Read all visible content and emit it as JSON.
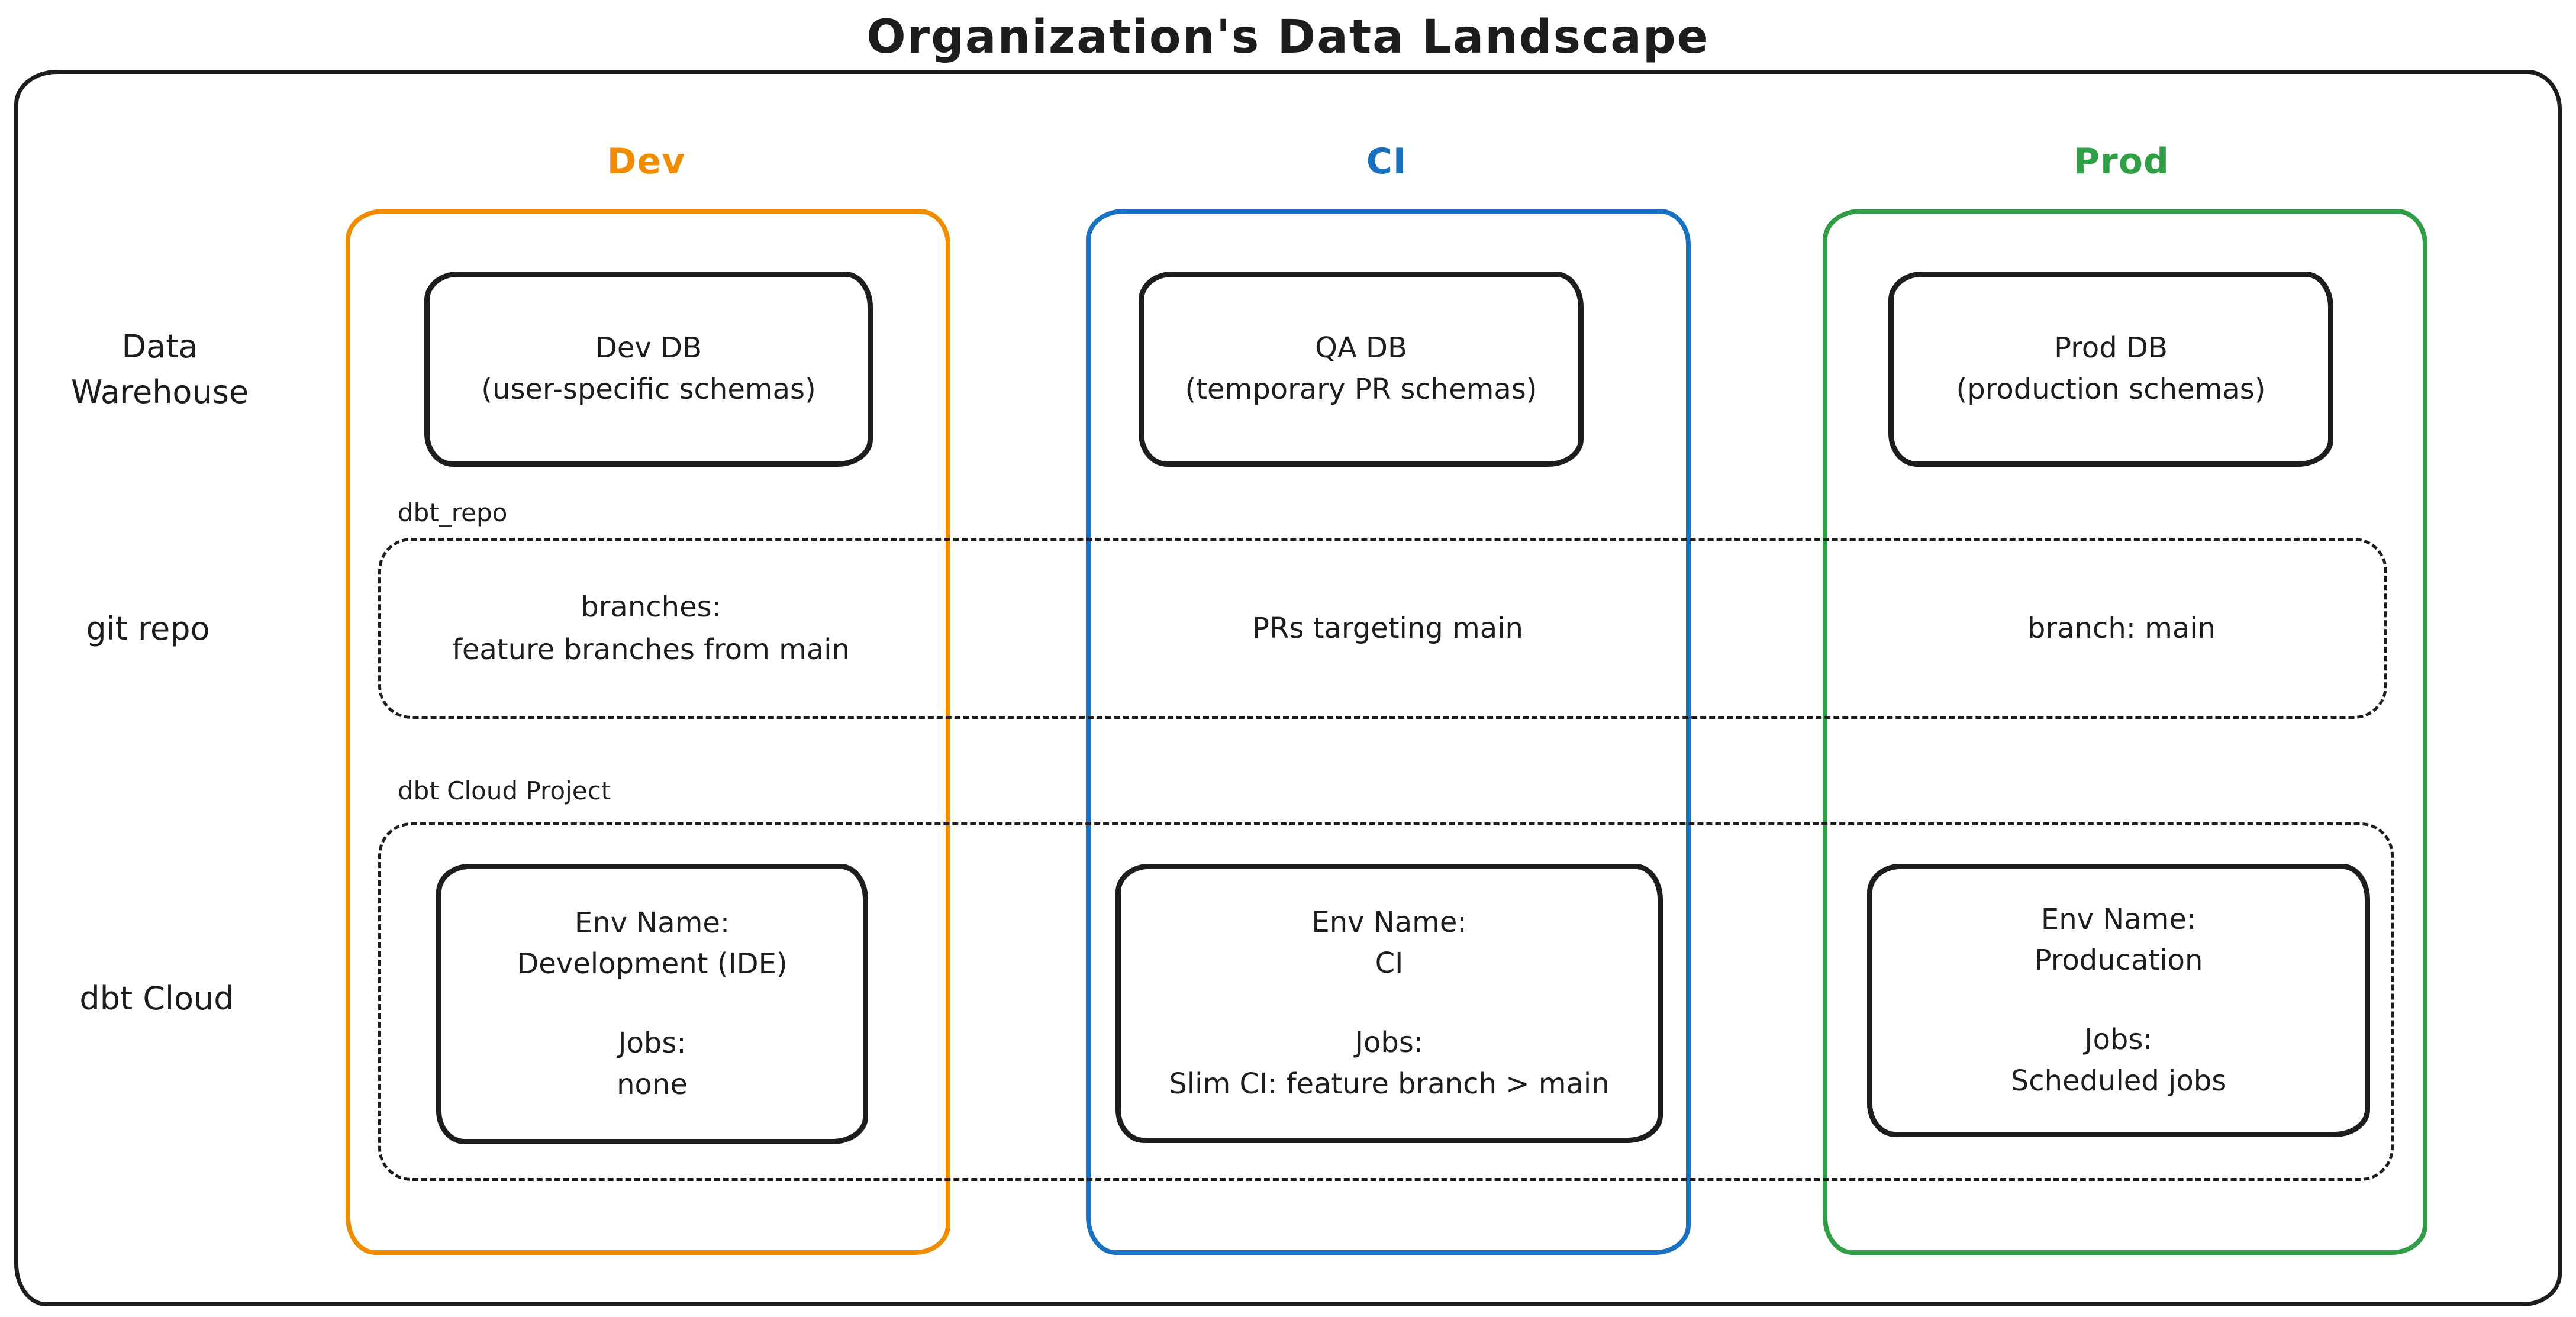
{
  "title": "Organization's Data Landscape",
  "colors": {
    "ink": "#1d1d1d",
    "dev_accent": "#f08c00",
    "ci_accent": "#1971c2",
    "prod_accent": "#2f9e44"
  },
  "row_labels": {
    "warehouse": "Data\nWarehouse",
    "git": "git repo",
    "dbt": "dbt Cloud"
  },
  "group_labels": {
    "repo_box": "dbt_repo",
    "cloud_box": "dbt Cloud Project"
  },
  "columns": [
    {
      "id": "dev",
      "header": "Dev",
      "warehouse": "Dev DB\n(user-specific schemas)",
      "git": "branches:\nfeature branches from main",
      "dbt": {
        "env_label": "Env Name:",
        "env_value": "Development (IDE)",
        "jobs_label": "Jobs:",
        "jobs_value": "none"
      }
    },
    {
      "id": "ci",
      "header": "CI",
      "warehouse": "QA DB\n(temporary PR schemas)",
      "git": "PRs targeting main",
      "dbt": {
        "env_label": "Env Name:",
        "env_value": "CI",
        "jobs_label": "Jobs:",
        "jobs_value": "Slim CI: feature branch > main"
      }
    },
    {
      "id": "prod",
      "header": "Prod",
      "warehouse": "Prod DB\n(production schemas)",
      "git": "branch: main",
      "dbt": {
        "env_label": "Env Name:",
        "env_value": "Producation",
        "jobs_label": "Jobs:",
        "jobs_value": "Scheduled jobs"
      }
    }
  ]
}
